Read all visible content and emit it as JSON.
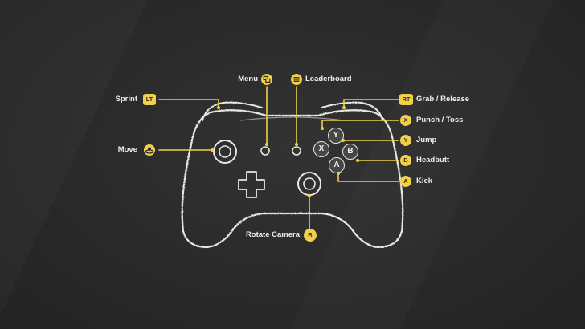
{
  "bindings": {
    "sprint": {
      "label": "Sprint",
      "badge": "LT"
    },
    "move": {
      "label": "Move",
      "badge_icon": "left-stick-icon"
    },
    "menu": {
      "label": "Menu",
      "badge_icon": "menu-icon"
    },
    "leaderboard": {
      "label": "Leaderboard",
      "badge_icon": "view-icon"
    },
    "grab": {
      "label": "Grab / Release",
      "badge": "RT"
    },
    "punch": {
      "label": "Punch / Toss",
      "badge": "X"
    },
    "jump": {
      "label": "Jump",
      "badge": "Y"
    },
    "headbutt": {
      "label": "Headbutt",
      "badge": "B"
    },
    "kick": {
      "label": "Kick",
      "badge": "A"
    },
    "rotate": {
      "label": "Rotate Camera",
      "badge": "R"
    }
  },
  "face_buttons": {
    "x": "X",
    "y": "Y",
    "b": "B",
    "a": "A"
  },
  "colors": {
    "accent": "#f2cf45",
    "chalk": "#e8e8e2",
    "board": "#2b2b2b"
  }
}
